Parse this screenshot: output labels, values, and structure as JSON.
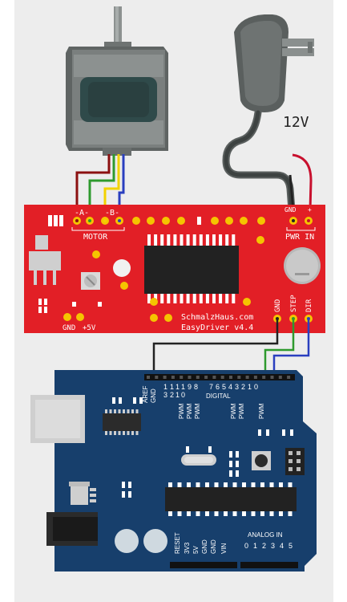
{
  "supply": {
    "voltage_label": "12V"
  },
  "easydriver": {
    "motor_pins": [
      "-A-",
      "-B-"
    ],
    "motor_label": "MOTOR",
    "power_pins": [
      "GND",
      "+"
    ],
    "power_label": "PWR IN",
    "control_pins": [
      "GND",
      "STEP",
      "DIR"
    ],
    "bottom_pins": [
      "GND",
      "+5V"
    ],
    "brand": "SchmalzHaus.com",
    "model": "EasyDriver v4.4"
  },
  "arduino": {
    "top_pins": [
      "AREF",
      "GND"
    ],
    "digital_numbers": [
      "1",
      "1",
      "1",
      "1",
      "9",
      "8",
      "7",
      "6",
      "5",
      "4",
      "3",
      "2",
      "1",
      "0"
    ],
    "digital_numbers_2": [
      "3",
      "2",
      "1",
      "0"
    ],
    "digital_label": "DIGITAL",
    "pwm_label": "PWM",
    "bottom_pins": [
      "RESET",
      "3V3",
      "5V",
      "GND",
      "GND",
      "VIN"
    ],
    "analog_label": "ANALOG IN",
    "analog_numbers": [
      "0",
      "1",
      "2",
      "3",
      "4",
      "5"
    ]
  },
  "wire_colors": {
    "red": "#c8102e",
    "green": "#2e9a2e",
    "yellow": "#f2d200",
    "blue": "#2a3fbf",
    "black": "#222222"
  }
}
